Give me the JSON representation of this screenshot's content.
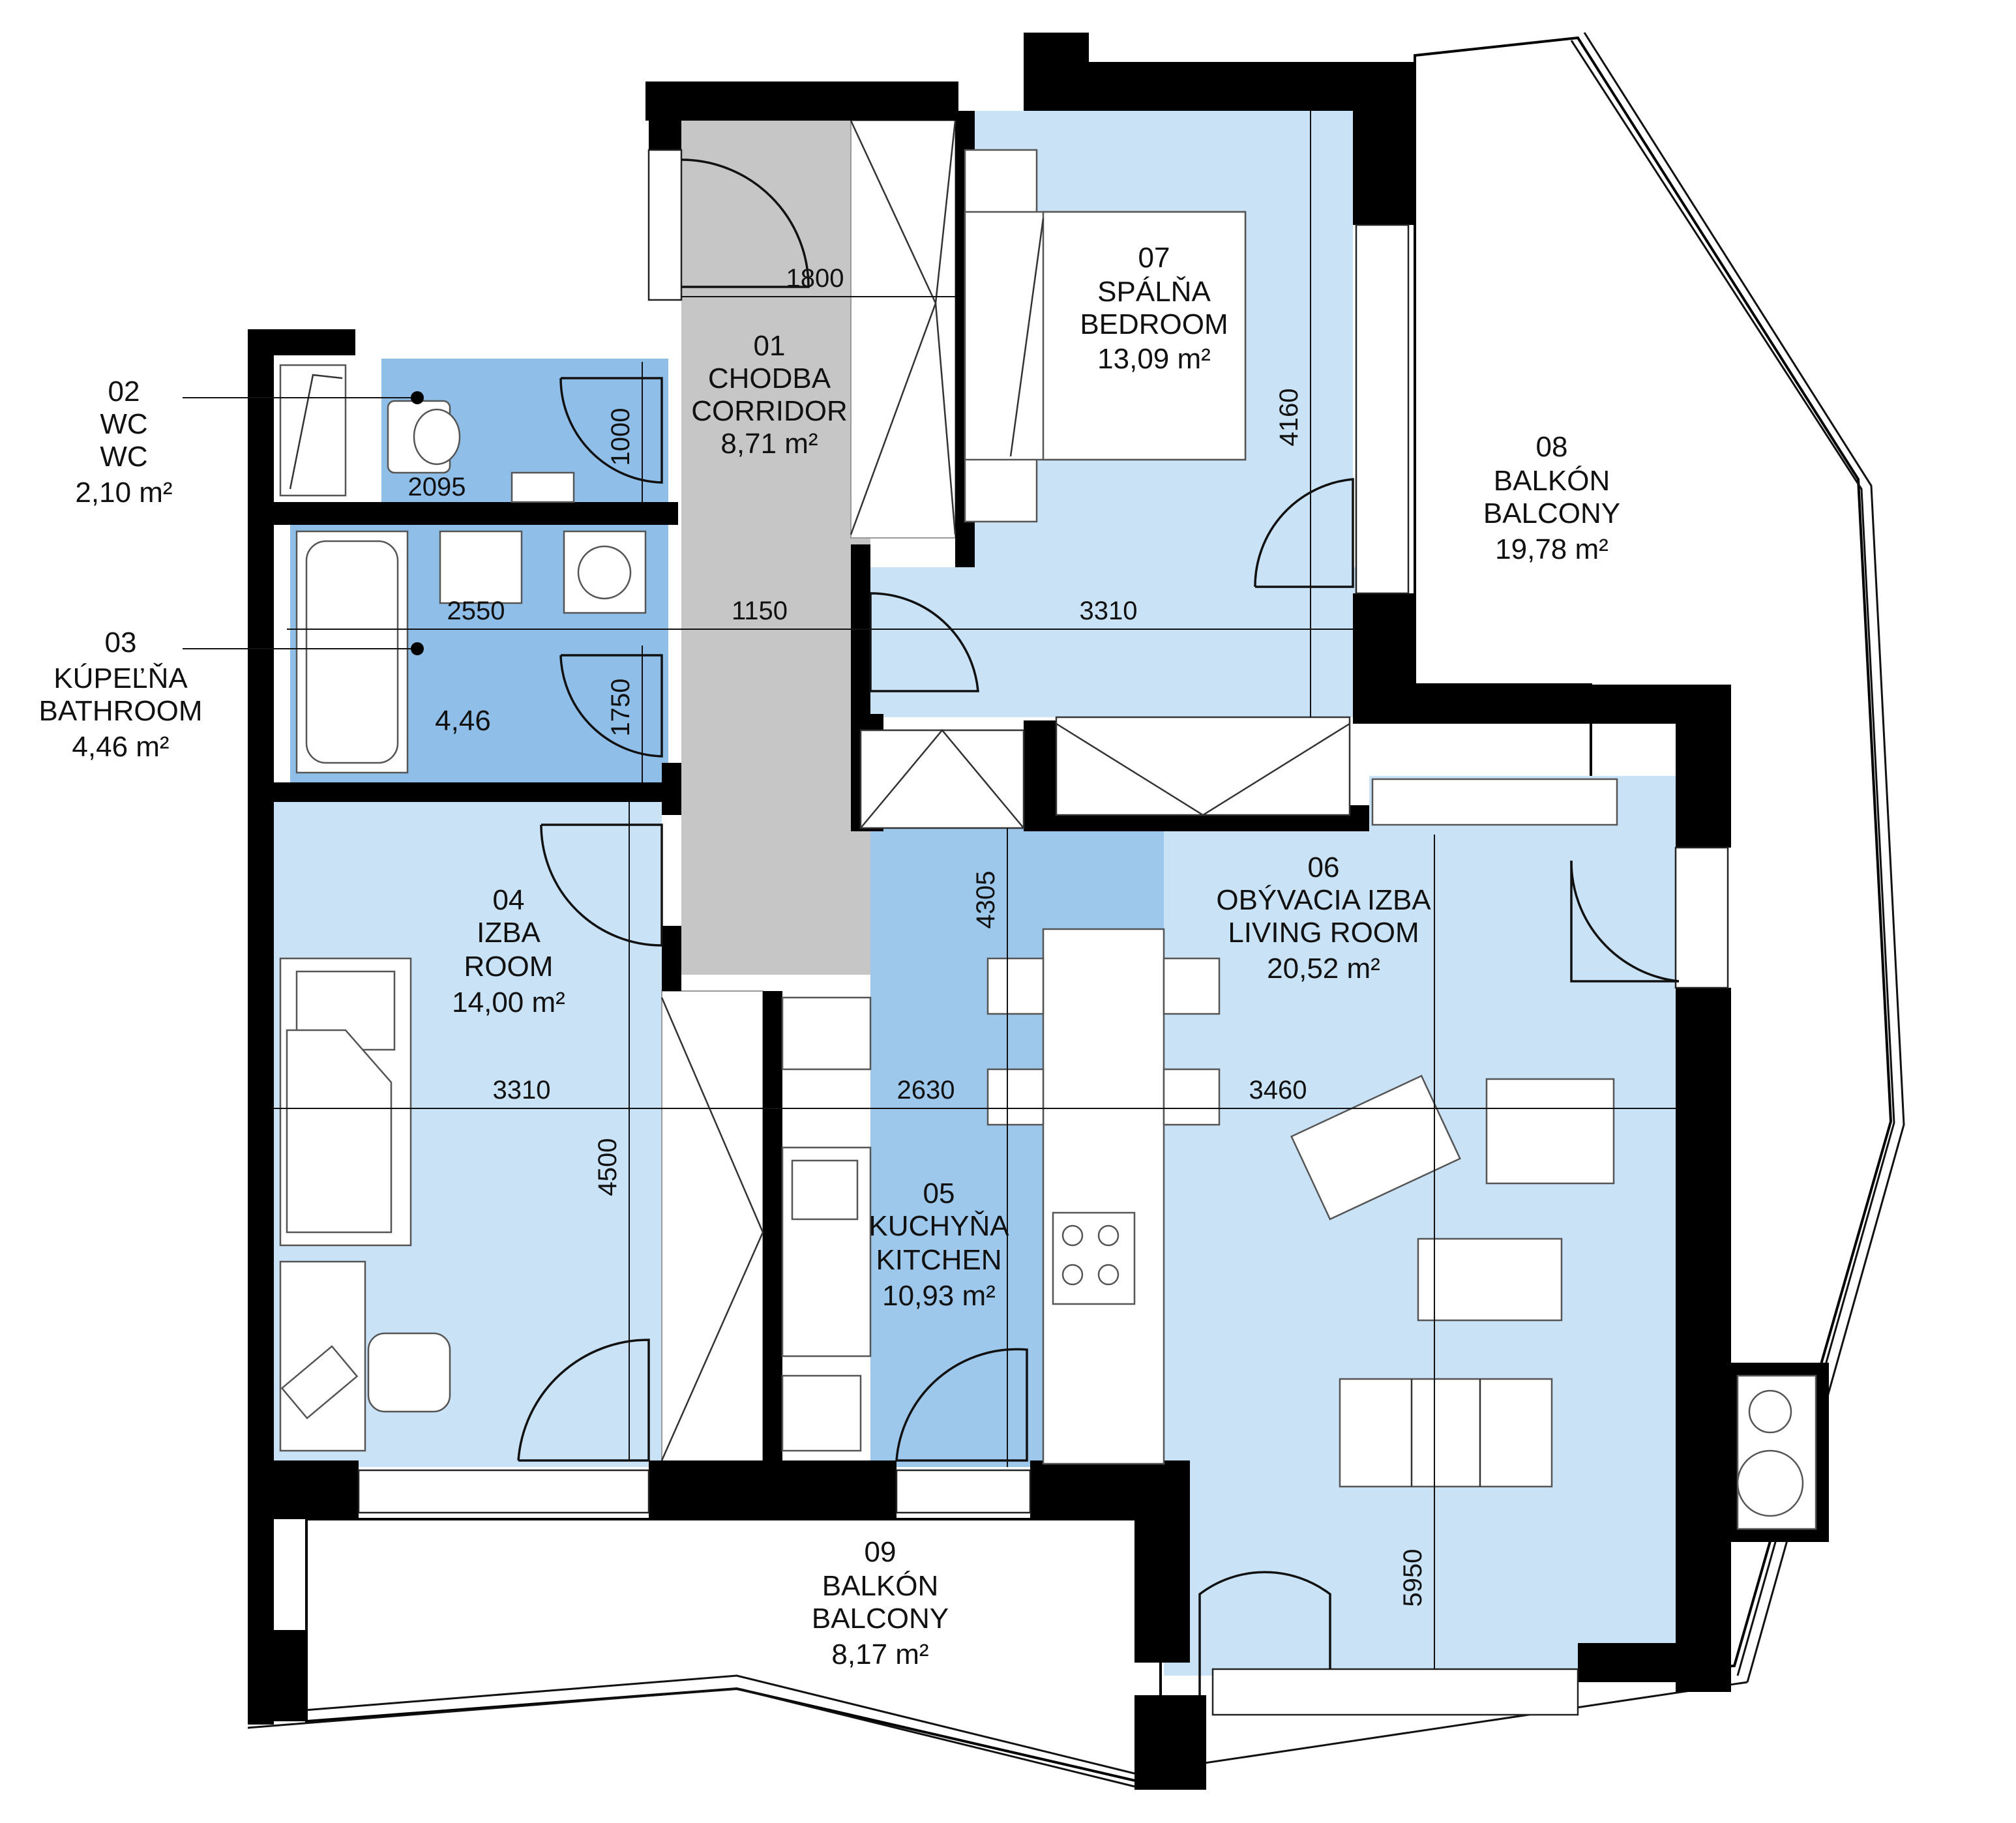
{
  "colors": {
    "room_light": "#c9e2f6",
    "room_mid": "#9dc8ec",
    "room_wet": "#8fbfe9",
    "corridor": "#c6c6c6",
    "walls": "#000000",
    "balcony": "#ffffff"
  },
  "rooms": [
    {
      "id": "01",
      "name_sk": "CHODBA",
      "name_en": "CORRIDOR",
      "area": "8,71 m²"
    },
    {
      "id": "02",
      "name_sk": "WC",
      "name_en": "WC",
      "area": "2,10 m²"
    },
    {
      "id": "03",
      "name_sk": "KÚPEĽŇA",
      "name_en": "BATHROOM",
      "area": "4,46 m²",
      "inner_area": "4,46"
    },
    {
      "id": "04",
      "name_sk": "IZBA",
      "name_en": "ROOM",
      "area": "14,00 m²"
    },
    {
      "id": "05",
      "name_sk": "KUCHYŇA",
      "name_en": "KITCHEN",
      "area": "10,93 m²"
    },
    {
      "id": "06",
      "name_sk": "OBÝVACIA IZBA",
      "name_en": "LIVING ROOM",
      "area": "20,52 m²"
    },
    {
      "id": "07",
      "name_sk": "SPÁLŇA",
      "name_en": "BEDROOM",
      "area": "13,09 m²"
    },
    {
      "id": "08",
      "name_sk": "BALKÓN",
      "name_en": "BALCONY",
      "area": "19,78 m²"
    },
    {
      "id": "09",
      "name_sk": "BALKÓN",
      "name_en": "BALCONY",
      "area": "8,17 m²"
    }
  ],
  "dimensions": {
    "corridor_width": "1800",
    "wc_door": "1000",
    "wc_width": "2095",
    "bedroom_depth": "4160",
    "bath_width": "2550",
    "corridor_span": "1150",
    "bedroom_width": "3310",
    "bath_door": "1750",
    "kitchen_depth": "4305",
    "room_width": "3310",
    "kitchen_width": "2630",
    "living_width": "3460",
    "room_depth": "4500",
    "living_depth": "5950"
  }
}
